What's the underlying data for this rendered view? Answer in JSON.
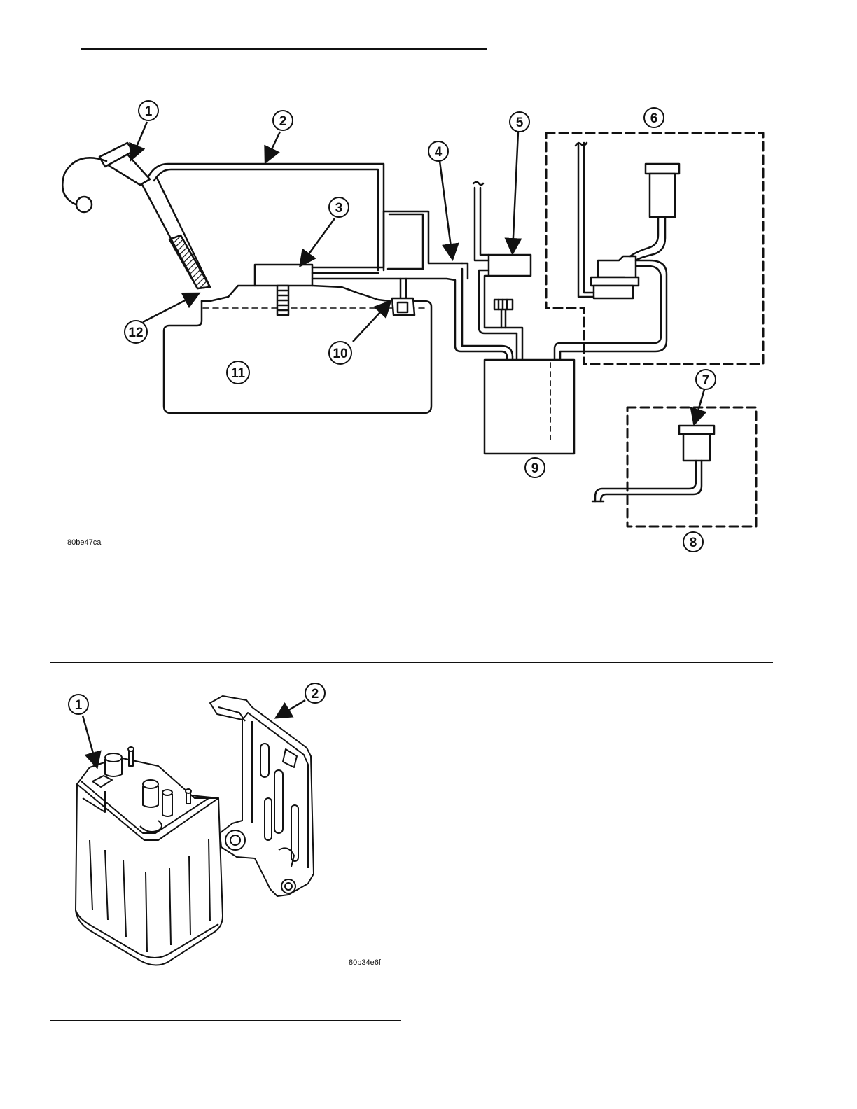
{
  "figure1": {
    "code": "80be47ca",
    "callouts": [
      "1",
      "2",
      "3",
      "4",
      "5",
      "6",
      "7",
      "8",
      "9",
      "10",
      "11",
      "12"
    ]
  },
  "figure2": {
    "code": "80b34e6f",
    "callouts": [
      "1",
      "2"
    ]
  },
  "colors": {
    "ink": "#111111",
    "paper": "#ffffff"
  }
}
